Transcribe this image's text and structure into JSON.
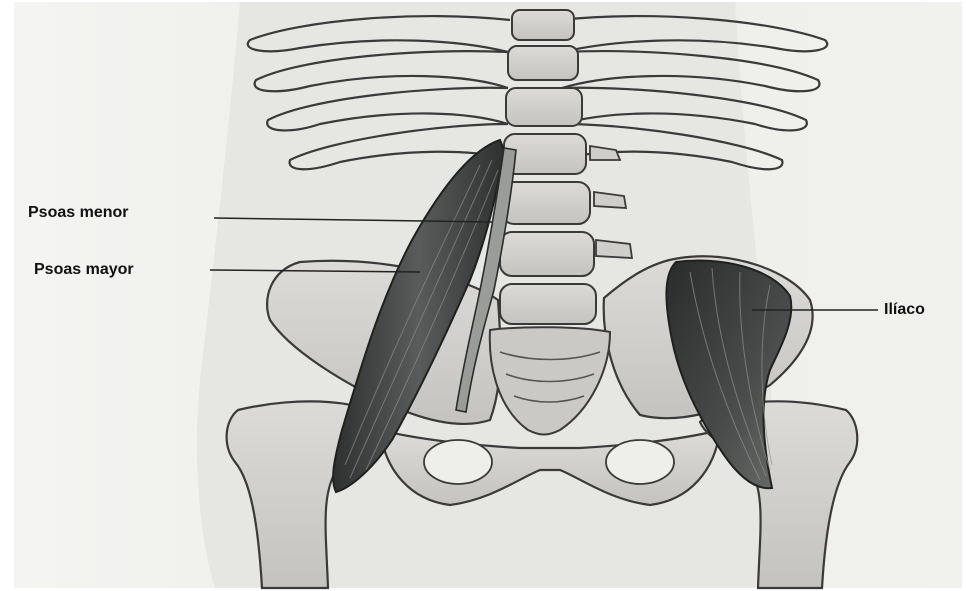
{
  "labels": {
    "psoas_menor": "Psoas menor",
    "psoas_mayor": "Psoas mayor",
    "iliaco": "Ilíaco"
  },
  "colors": {
    "background": "#ffffff",
    "paper": "#efefec",
    "bone_fill": "#d2d1cd",
    "bone_outline": "#3a3a3a",
    "muscle_dark": "#3b3d3d",
    "muscle_mid": "#6a6c6a",
    "leader_line": "#222222",
    "label_text": "#111111"
  }
}
